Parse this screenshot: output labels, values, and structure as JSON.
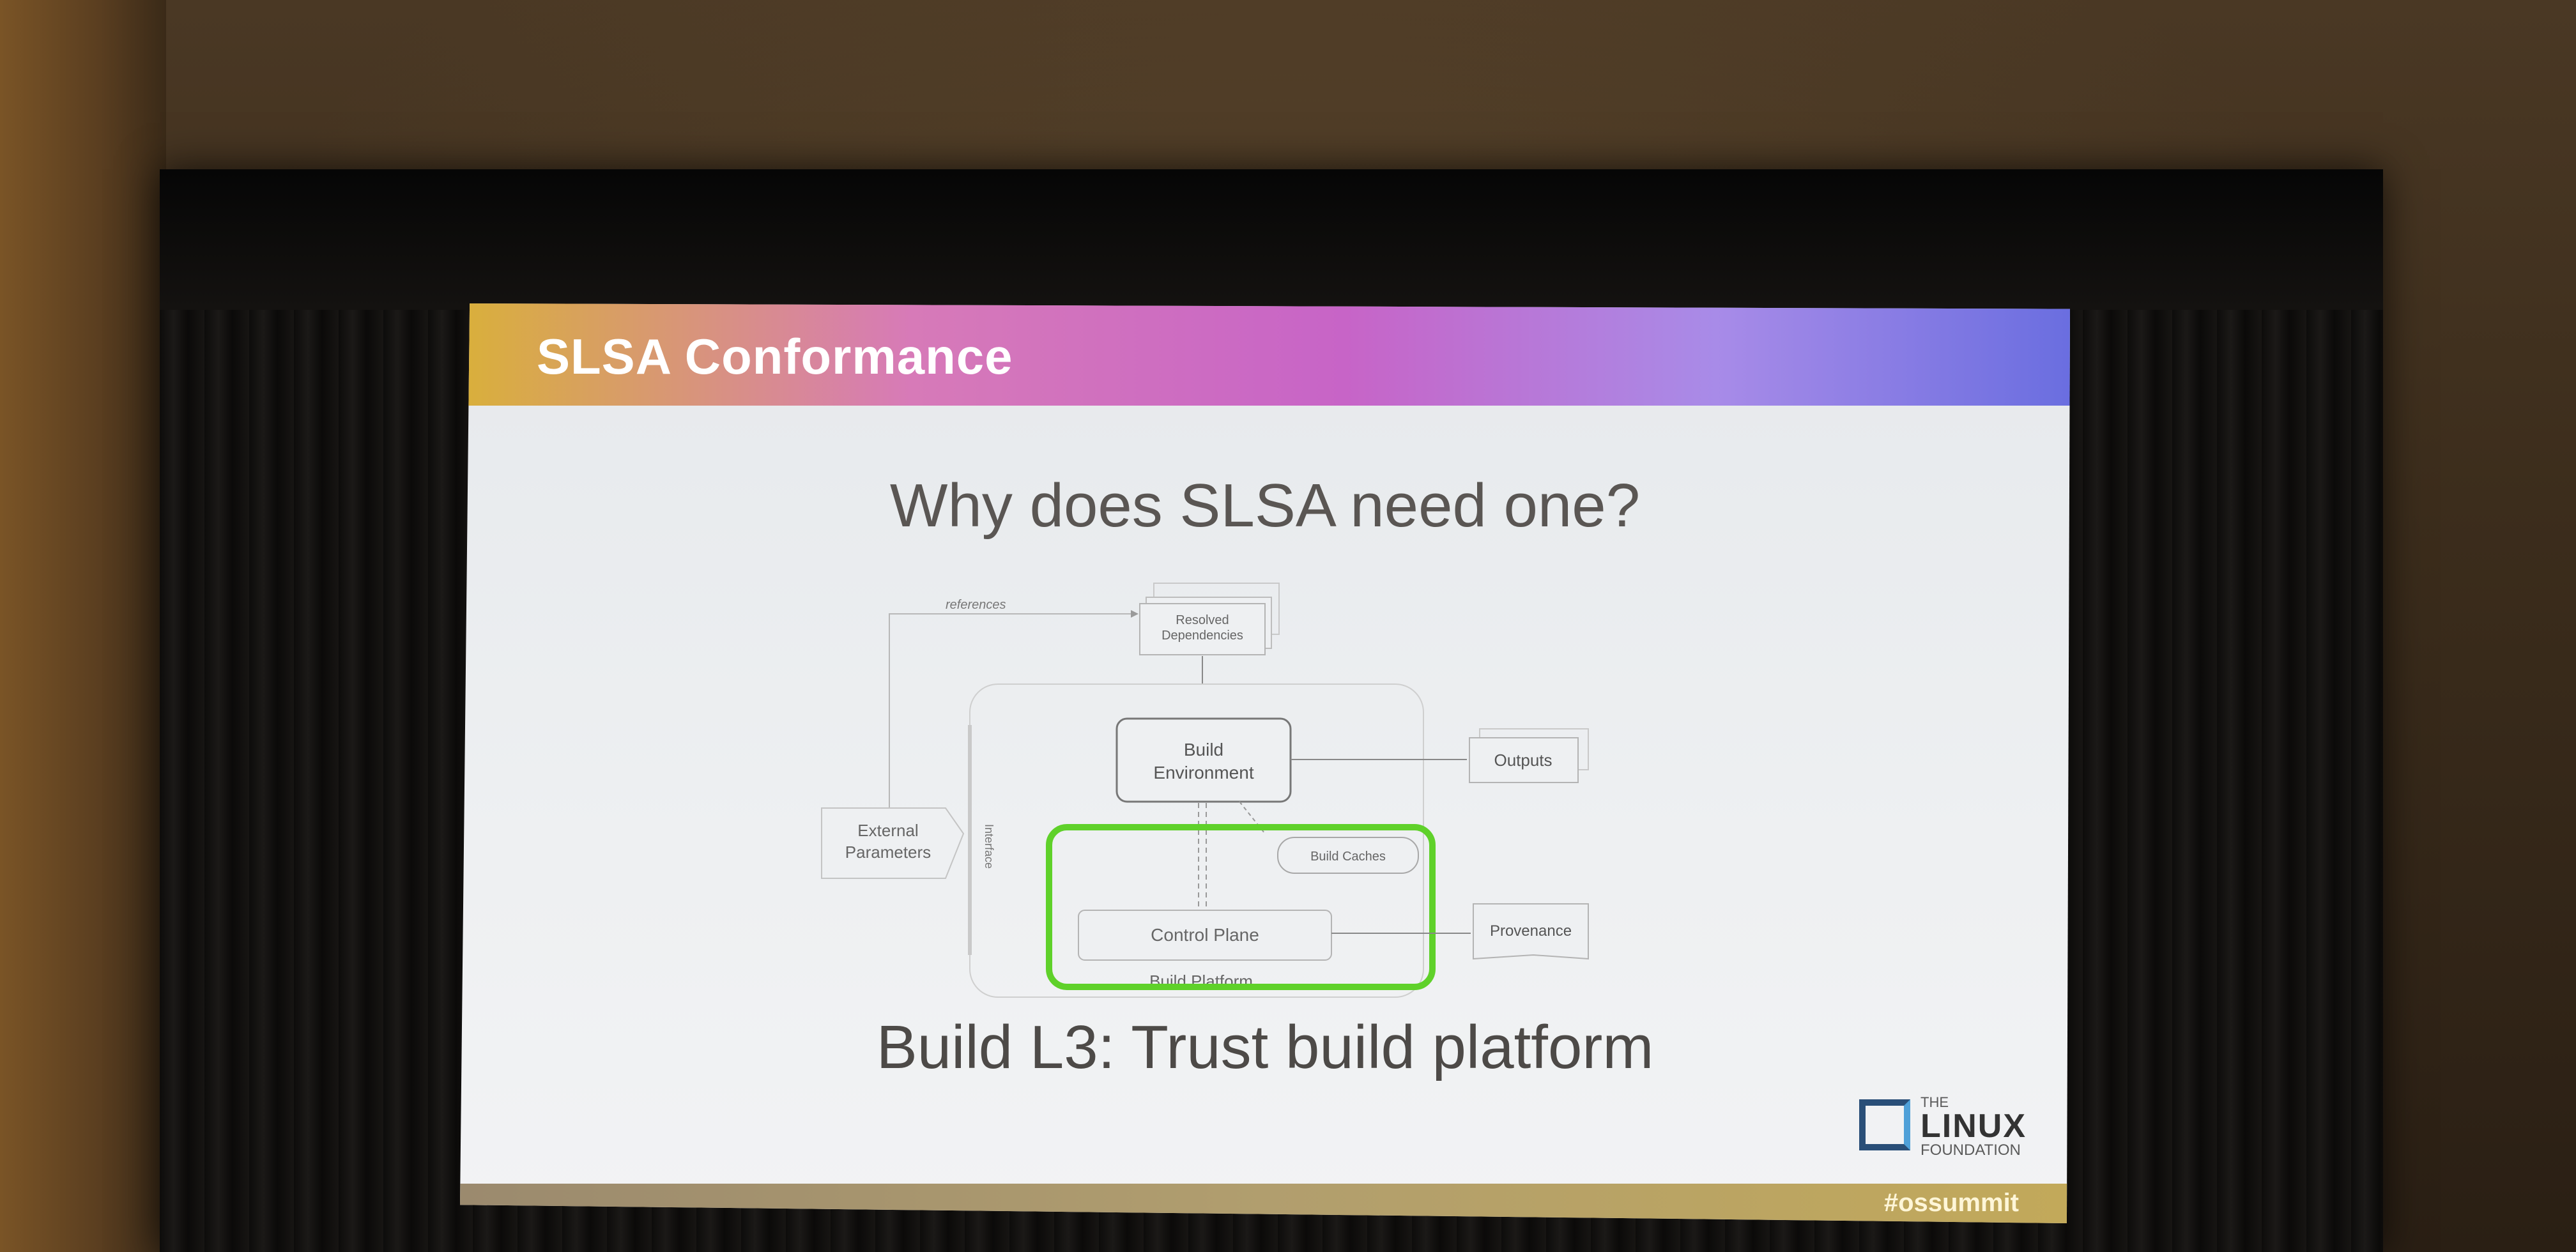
{
  "slide": {
    "title": "SLSA Conformance",
    "heading": "Why does SLSA need one?",
    "subheading": "Build L3: Trust build platform",
    "hashtag": "#ossummit"
  },
  "logo": {
    "the": "THE",
    "linux": "LINUX",
    "foundation": "FOUNDATION"
  },
  "diagram": {
    "references_label": "references",
    "resolved_dependencies_line1": "Resolved",
    "resolved_dependencies_line2": "Dependencies",
    "build_environment_line1": "Build",
    "build_environment_line2": "Environment",
    "outputs": "Outputs",
    "external_parameters_line1": "External",
    "external_parameters_line2": "Parameters",
    "interface": "Interface",
    "build_caches": "Build Caches",
    "control_plane": "Control Plane",
    "provenance": "Provenance",
    "build_platform": "Build Platform"
  },
  "colors": {
    "highlight": "#5fd12a",
    "title_gradient_start": "#d9b03a",
    "title_gradient_end": "#6a6ee0"
  }
}
